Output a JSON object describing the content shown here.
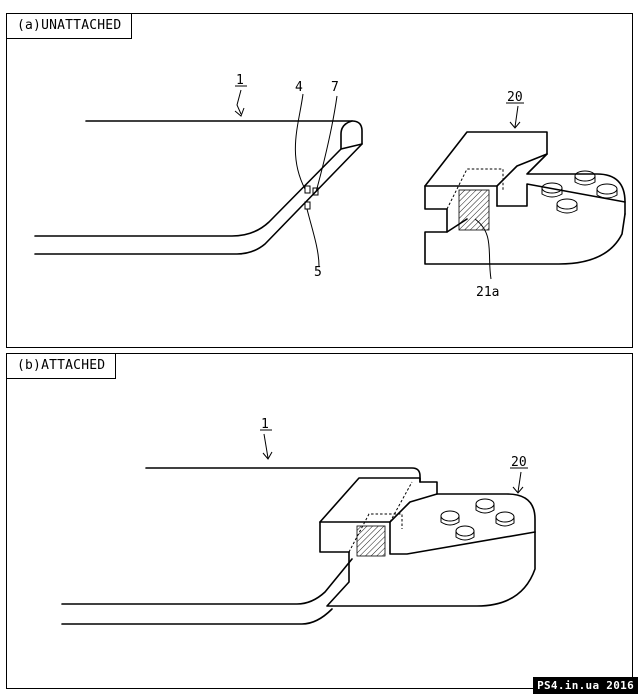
{
  "panels": [
    {
      "label": "(a)UNATTACHED",
      "refs": {
        "device": "1",
        "connector": "20",
        "terminal_a": "4",
        "terminal_b": "7",
        "terminal_c": "5",
        "contacts": "21a"
      }
    },
    {
      "label": "(b)ATTACHED",
      "refs": {
        "device": "1",
        "connector": "20"
      }
    }
  ],
  "watermark": "PS4.in.ua  2016"
}
